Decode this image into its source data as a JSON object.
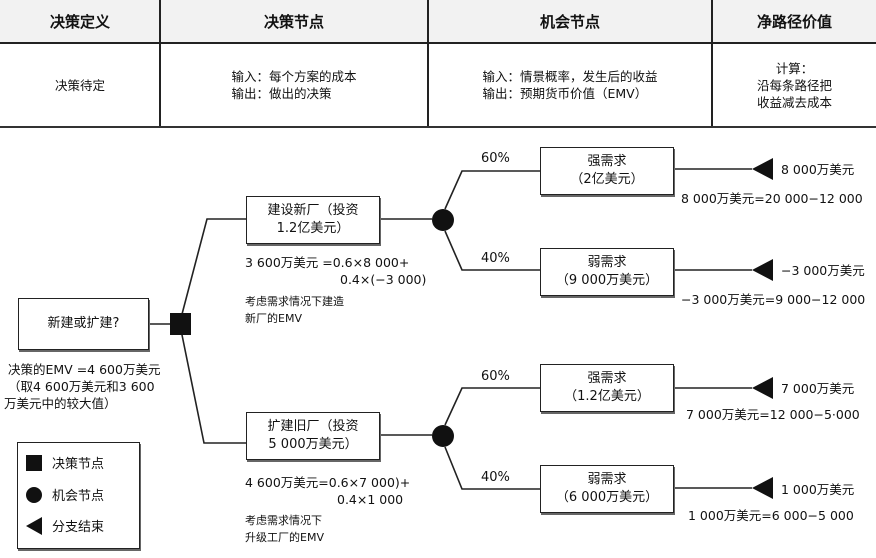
{
  "table": {
    "headers": [
      "决策定义",
      "决策节点",
      "机会节点",
      "净路径价值"
    ],
    "cells": [
      [
        "决策待定"
      ],
      [
        "输入：每个方案的成本",
        "输出：做出的决策"
      ],
      [
        "输入：情景概率，发生后的收益",
        "输出：预期货币价值（EMV）"
      ],
      [
        "计算：",
        "沿每条路径把",
        "收益减去成本"
      ]
    ]
  },
  "tree": {
    "root": {
      "label": "新建或扩建?",
      "emv_note": [
        "决策的EMV =4 600万美元",
        "（取4 600万美元和3 600",
        "万美元中的较大值）"
      ]
    },
    "options": [
      {
        "label_lines": [
          "建设新厂（投资",
          "1.2亿美元）"
        ],
        "emv_formula": [
          "3 600万美元 =0.6×8 000+",
          "0.4×(−3 000)"
        ],
        "emv_note": [
          "考虑需求情况下建造",
          "新厂的EMV"
        ],
        "outcomes": [
          {
            "probability": "60%",
            "label_lines": [
              "强需求",
              "（2亿美元）"
            ],
            "end_value": "8 000万美元",
            "calc": "8 000万美元=20 000−12 000"
          },
          {
            "probability": "40%",
            "label_lines": [
              "弱需求",
              "（9 000万美元）"
            ],
            "end_value": "−3 000万美元",
            "calc": "−3 000万美元=9 000−12 000"
          }
        ]
      },
      {
        "label_lines": [
          "扩建旧厂（投资",
          "5 000万美元）"
        ],
        "emv_formula": [
          "4 600万美元=0.6×7 000)+",
          "0.4×1 000"
        ],
        "emv_note": [
          "考虑需求情况下",
          "升级工厂的EMV"
        ],
        "outcomes": [
          {
            "probability": "60%",
            "label_lines": [
              "强需求",
              "（1.2亿美元）"
            ],
            "end_value": "7 000万美元",
            "calc": "7 000万美元=12 000−5·000"
          },
          {
            "probability": "40%",
            "label_lines": [
              "弱需求",
              "（6 000万美元）"
            ],
            "end_value": "1 000万美元",
            "calc": "1 000万美元=6 000−5 000"
          }
        ]
      }
    ]
  },
  "legend": [
    {
      "icon": "decision-node-square",
      "label": "决策节点"
    },
    {
      "icon": "chance-node-circle",
      "label": "机会节点"
    },
    {
      "icon": "branch-end-triangle",
      "label": "分支结束"
    }
  ]
}
